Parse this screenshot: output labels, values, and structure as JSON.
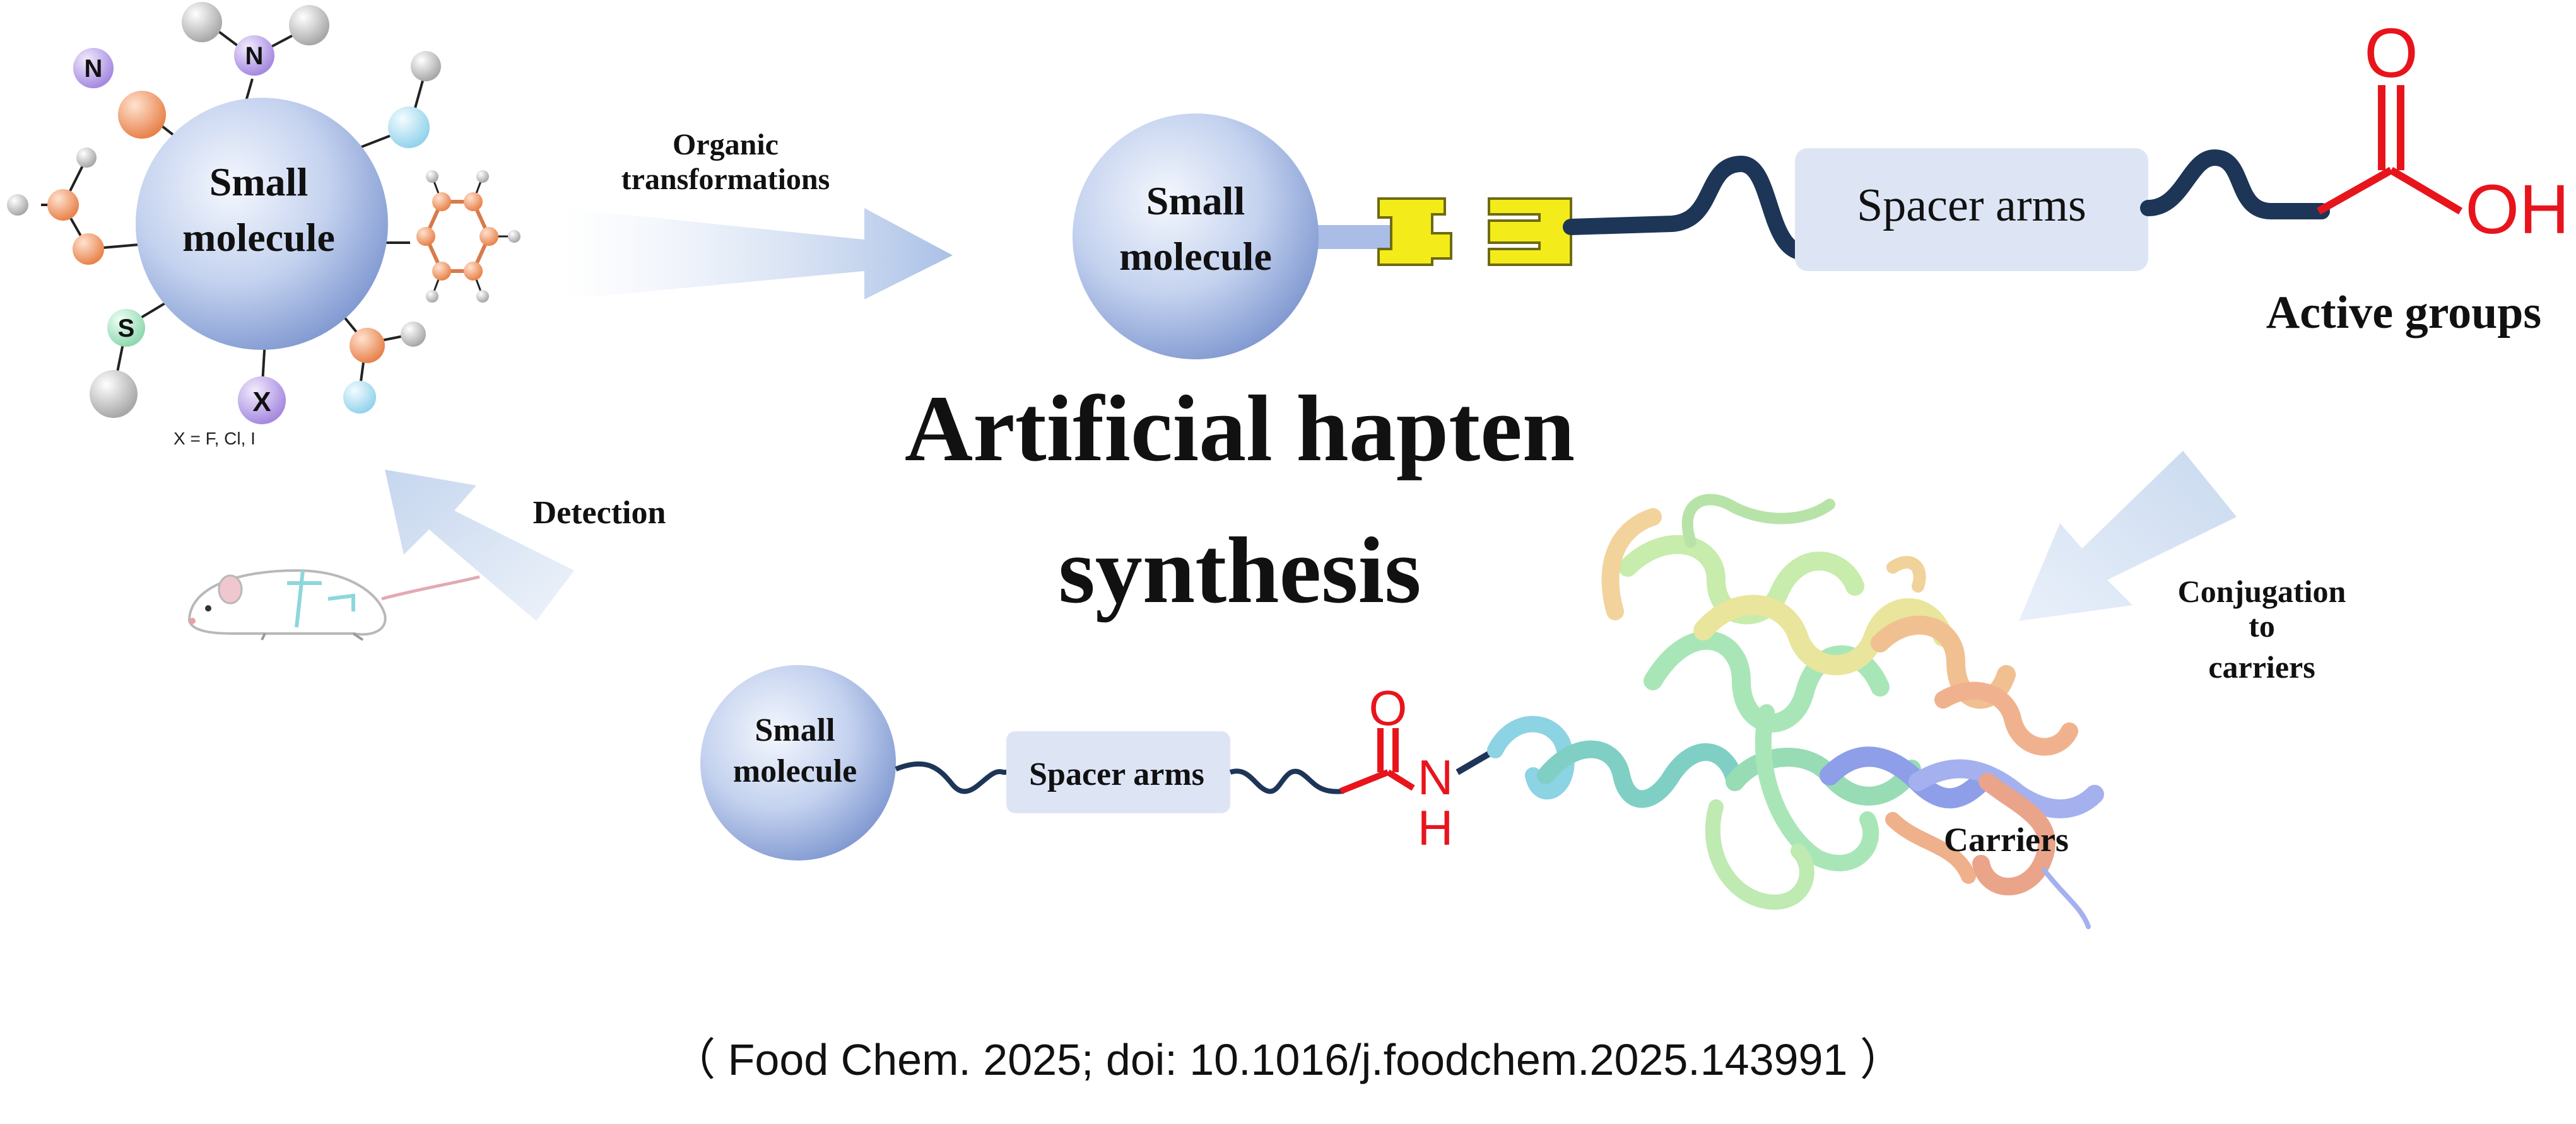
{
  "title": {
    "line1": "Artificial hapten",
    "line2": "synthesis"
  },
  "small_molecule": {
    "line1": "Small",
    "line2": "molecule"
  },
  "atoms": {
    "nitrogen": "N",
    "sulfur": "S",
    "halogen": "X",
    "oxygen": "O",
    "hydroxyl": "OH",
    "hydrogen": "H",
    "halogen_note": "X = F, Cl, I"
  },
  "steps": {
    "organic": {
      "line1": "Organic",
      "line2": "transformations"
    },
    "detection": "Detection",
    "conjugation": {
      "line1": "Conjugation",
      "line2": "to",
      "line3": "carriers"
    }
  },
  "labels": {
    "spacer_arms": "Spacer arms",
    "active_groups": "Active groups",
    "carriers": "Carriers"
  },
  "citation": "（ Food Chem. 2025; doi: 10.1016/j.foodchem.2025.143991 ）",
  "colors": {
    "sphere_light": "#eef2fb",
    "sphere_dark": "#8aa2d6",
    "spacer_box": "#dde5f5",
    "linker_line": "#1d3557",
    "active_red": "#e8141c",
    "connector_yellow": "#f3ec1a",
    "arrow_blue": "#b9cbe9",
    "arrow_pale": "#d7e3f3",
    "n_ball": "#c8b5ec",
    "o_ball": "#f3a071",
    "s_ball": "#b9ecd0",
    "h_ball": "#d4d4d4",
    "cyan_ball": "#bfe8f7"
  }
}
